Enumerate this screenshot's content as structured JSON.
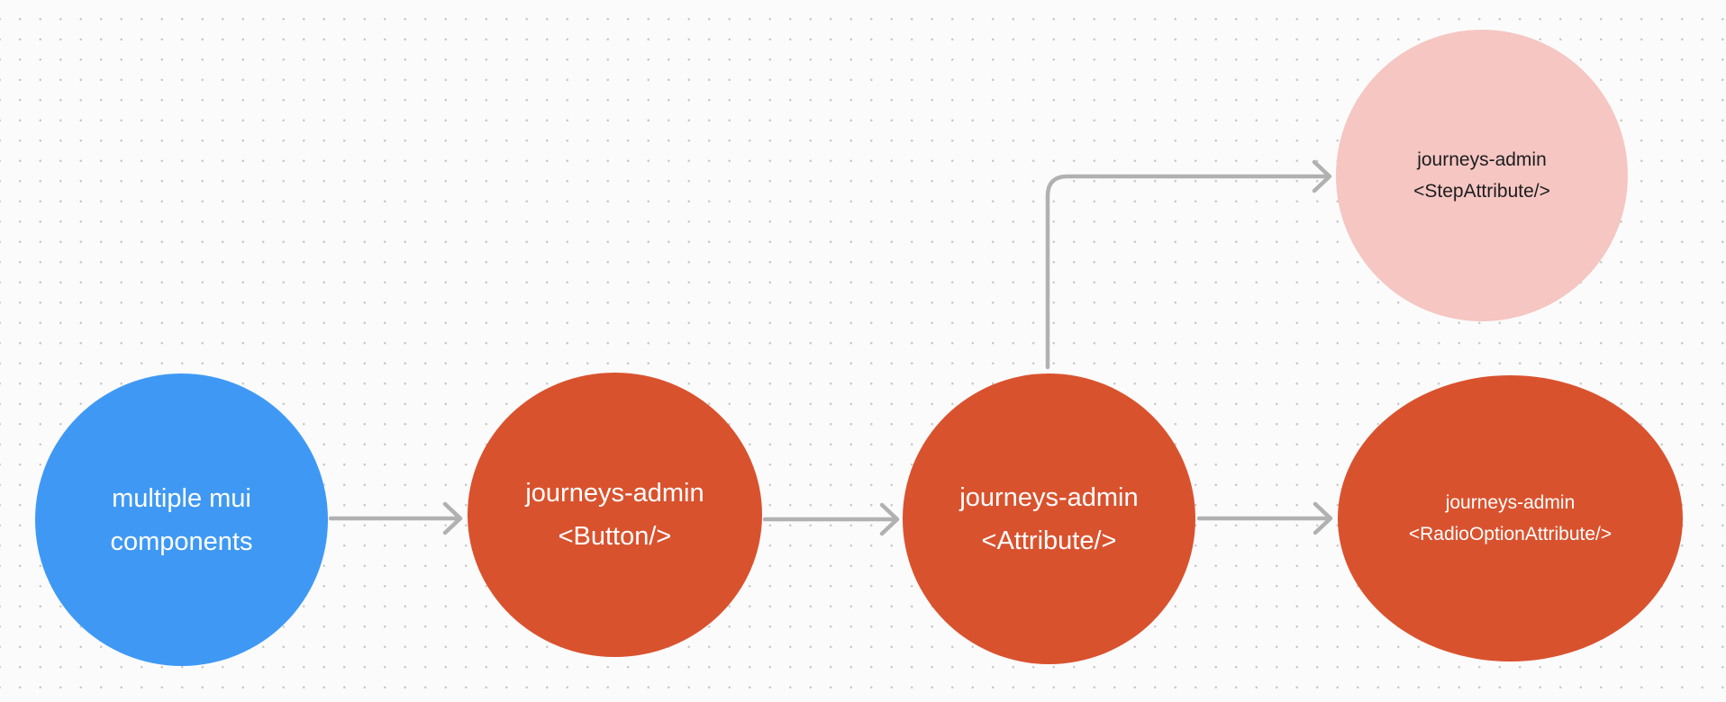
{
  "diagram": {
    "background": {
      "canvas_color": "#fbfbfb",
      "dot_color": "#c9c9c9"
    },
    "edge_style": {
      "color": "#b1b1b1"
    },
    "nodes": [
      {
        "id": "multiple-mui-components",
        "lines": [
          "multiple mui",
          "components"
        ],
        "fill": "#3f99f4",
        "text_color": "#ffffff",
        "shape": "circle"
      },
      {
        "id": "journeys-admin-button",
        "lines": [
          "journeys-admin",
          "<Button/>"
        ],
        "fill": "#d9522e",
        "text_color": "#ffffff",
        "shape": "circle"
      },
      {
        "id": "journeys-admin-attribute",
        "lines": [
          "journeys-admin",
          "<Attribute/>"
        ],
        "fill": "#d9522e",
        "text_color": "#ffffff",
        "shape": "circle"
      },
      {
        "id": "journeys-admin-step-attribute",
        "lines": [
          "journeys-admin",
          "<StepAttribute/>"
        ],
        "fill": "#f5c6c2",
        "text_color": "#1d1d1f",
        "shape": "circle"
      },
      {
        "id": "journeys-admin-radio-option-attribute",
        "lines": [
          "journeys-admin",
          "<RadioOptionAttribute/>"
        ],
        "fill": "#d9522e",
        "text_color": "#ffffff",
        "shape": "ellipse"
      }
    ],
    "edges": [
      {
        "from": "multiple-mui-components",
        "to": "journeys-admin-button",
        "type": "straight-arrow"
      },
      {
        "from": "journeys-admin-button",
        "to": "journeys-admin-attribute",
        "type": "straight-arrow"
      },
      {
        "from": "journeys-admin-attribute",
        "to": "journeys-admin-step-attribute",
        "type": "elbow-arrow"
      },
      {
        "from": "journeys-admin-attribute",
        "to": "journeys-admin-radio-option-attribute",
        "type": "straight-arrow"
      }
    ]
  }
}
